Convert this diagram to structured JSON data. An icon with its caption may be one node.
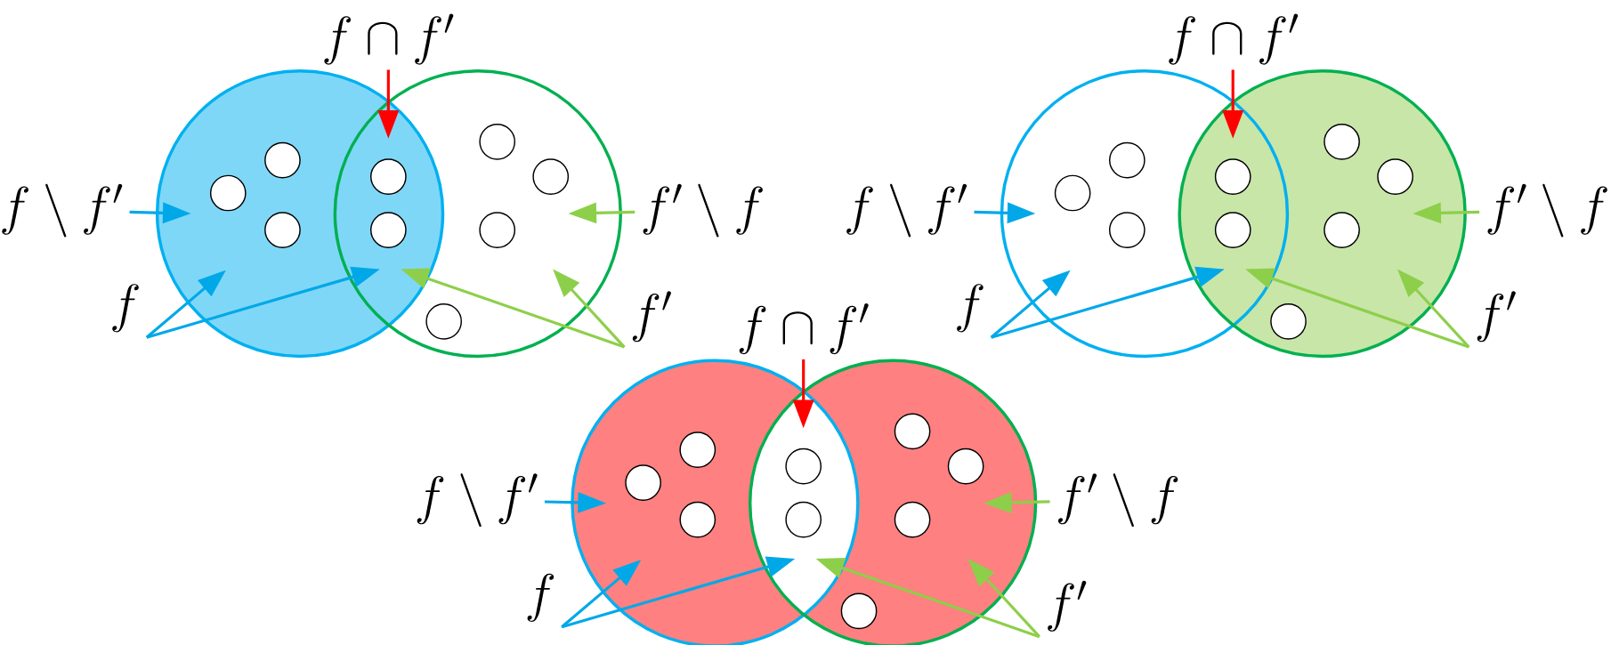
{
  "diagram": {
    "nodes": [
      {
        "text": [
          "f \\cap f'"
        ]
      },
      {
        "text": [
          "f \\setminus f'"
        ]
      },
      {
        "text": [
          "f' \\setminus f"
        ]
      },
      {
        "text": [
          "f"
        ]
      },
      {
        "text": [
          "f'"
        ]
      },
      {
        "text": [
          "f \\cap f'"
        ]
      },
      {
        "text": [
          "f \\setminus f'"
        ]
      },
      {
        "text": [
          "f' \\setminus f"
        ]
      },
      {
        "text": [
          "f"
        ]
      },
      {
        "text": [
          "f'"
        ]
      },
      {
        "text": [
          "f \\cap f'"
        ]
      },
      {
        "text": [
          "f \\setminus f'"
        ]
      },
      {
        "text": [
          "f' \\setminus f"
        ]
      },
      {
        "text": [
          "f"
        ]
      },
      {
        "text": [
          "f'"
        ]
      }
    ],
    "edges": [
      {
        "from": 0,
        "to": null,
        "arrow": "to",
        "color": "#ff0000"
      },
      {
        "from": 1,
        "to": null,
        "arrow": "to",
        "color": "#00a8e8"
      },
      {
        "from": 2,
        "to": null,
        "arrow": "to",
        "color": "#8dcf4a"
      },
      {
        "from": 3,
        "to": null,
        "arrow": "to",
        "color": "#00a8e8"
      },
      {
        "from": 3,
        "to": null,
        "arrow": "to",
        "color": "#00a8e8"
      },
      {
        "from": 4,
        "to": null,
        "arrow": "to",
        "color": "#8dcf4a"
      },
      {
        "from": 4,
        "to": null,
        "arrow": "to",
        "color": "#8dcf4a"
      },
      {
        "from": 5,
        "to": null,
        "arrow": "to",
        "color": "#ff0000"
      },
      {
        "from": 6,
        "to": null,
        "arrow": "to",
        "color": "#00a8e8"
      },
      {
        "from": 7,
        "to": null,
        "arrow": "to",
        "color": "#8dcf4a"
      },
      {
        "from": 8,
        "to": null,
        "arrow": "to",
        "color": "#00a8e8"
      },
      {
        "from": 8,
        "to": null,
        "arrow": "to",
        "color": "#00a8e8"
      },
      {
        "from": 9,
        "to": null,
        "arrow": "to",
        "color": "#8dcf4a"
      },
      {
        "from": 9,
        "to": null,
        "arrow": "to",
        "color": "#8dcf4a"
      },
      {
        "from": 10,
        "to": null,
        "arrow": "to",
        "color": "#ff0000"
      },
      {
        "from": 11,
        "to": null,
        "arrow": "to",
        "color": "#00a8e8"
      },
      {
        "from": 12,
        "to": null,
        "arrow": "to",
        "color": "#8dcf4a"
      },
      {
        "from": 13,
        "to": null,
        "arrow": "to",
        "color": "#00a8e8"
      },
      {
        "from": 13,
        "to": null,
        "arrow": "to",
        "color": "#00a8e8"
      },
      {
        "from": 14,
        "to": null,
        "arrow": "to",
        "color": "#8dcf4a"
      },
      {
        "from": 14,
        "to": null,
        "arrow": "to",
        "color": "#8dcf4a"
      }
    ]
  }
}
